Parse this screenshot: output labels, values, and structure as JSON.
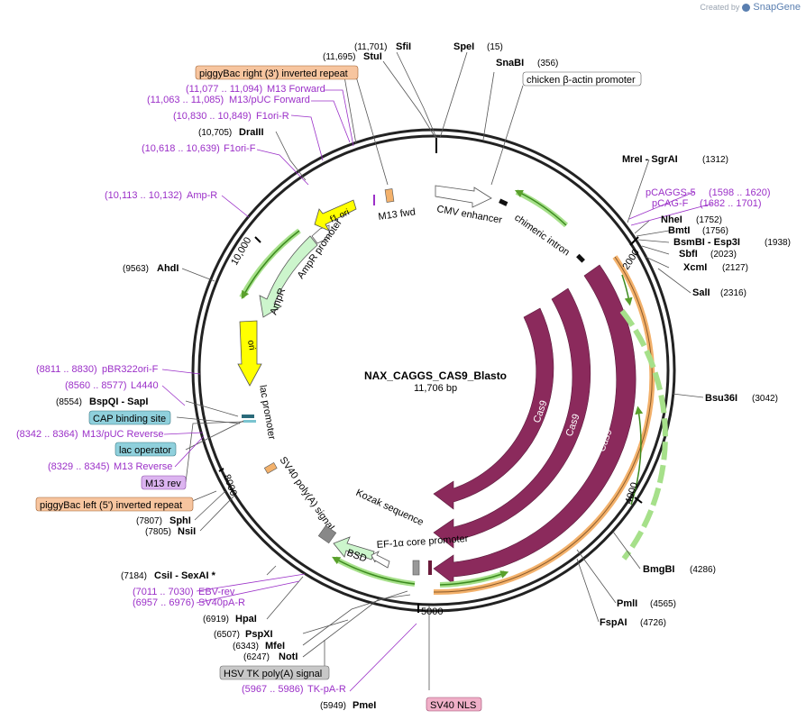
{
  "watermark": {
    "prefix": "Created by",
    "brand": "SnapGene"
  },
  "plasmid": {
    "name": "NAX_CAGGS_CAS9_Blasto",
    "length_label": "11,706 bp",
    "length": 11706
  },
  "ruler_ticks": [
    {
      "pos": 2000,
      "label": "2000"
    },
    {
      "pos": 4000,
      "label": "4000"
    },
    {
      "pos": 5000,
      "label": "5000"
    },
    {
      "pos": 8000,
      "label": "8000"
    },
    {
      "pos": 10000,
      "label": "10,000"
    }
  ],
  "enzymes": [
    {
      "name": "SfiI",
      "pos_label": "(11,701)",
      "pos": 11701
    },
    {
      "name": "StuI",
      "pos_label": "(11,695)",
      "pos": 11695
    },
    {
      "name": "SpeI",
      "pos_label": "(15)",
      "pos": 15
    },
    {
      "name": "SnaBI",
      "pos_label": "(356)",
      "pos": 356
    },
    {
      "name": "MreI - SgrAI",
      "pos_label": "(1312)",
      "pos": 1312
    },
    {
      "name": "NheI",
      "pos_label": "(1752)",
      "pos": 1752
    },
    {
      "name": "BmtI",
      "pos_label": "(1756)",
      "pos": 1756
    },
    {
      "name": "BsmBI - Esp3I",
      "pos_label": "(1938)",
      "pos": 1938
    },
    {
      "name": "SbfI",
      "pos_label": "(2023)",
      "pos": 2023
    },
    {
      "name": "XcmI",
      "pos_label": "(2127)",
      "pos": 2127
    },
    {
      "name": "SalI",
      "pos_label": "(2316)",
      "pos": 2316
    },
    {
      "name": "Bsu36I",
      "pos_label": "(3042)",
      "pos": 3042
    },
    {
      "name": "BmgBI",
      "pos_label": "(4286)",
      "pos": 4286
    },
    {
      "name": "PmlI",
      "pos_label": "(4565)",
      "pos": 4565
    },
    {
      "name": "FspAI",
      "pos_label": "(4726)",
      "pos": 4726
    },
    {
      "name": "PmeI",
      "pos_label": "(5949)",
      "pos": 5949
    },
    {
      "name": "NotI",
      "pos_label": "(6247)",
      "pos": 6247
    },
    {
      "name": "MfeI",
      "pos_label": "(6343)",
      "pos": 6343
    },
    {
      "name": "PspXI",
      "pos_label": "(6507)",
      "pos": 6507
    },
    {
      "name": "HpaI",
      "pos_label": "(6919)",
      "pos": 6919
    },
    {
      "name": "CsiI - SexAI *",
      "pos_label": "(7184)",
      "pos": 7184
    },
    {
      "name": "NsiI",
      "pos_label": "(7805)",
      "pos": 7805
    },
    {
      "name": "SphI",
      "pos_label": "(7807)",
      "pos": 7807
    },
    {
      "name": "BspQI - SapI",
      "pos_label": "(8554)",
      "pos": 8554
    },
    {
      "name": "AhdI",
      "pos_label": "(9563)",
      "pos": 9563
    },
    {
      "name": "DraIII",
      "pos_label": "(10,705)",
      "pos": 10705
    }
  ],
  "primers": [
    {
      "name": "M13 Forward",
      "range": "(11,077 .. 11,094)"
    },
    {
      "name": "M13/pUC Forward",
      "range": "(11,063 .. 11,085)"
    },
    {
      "name": "F1ori-R",
      "range": "(10,830 .. 10,849)"
    },
    {
      "name": "F1ori-F",
      "range": "(10,618 .. 10,639)"
    },
    {
      "name": "Amp-R",
      "range": "(10,113 .. 10,132)"
    },
    {
      "name": "pCAGGS-5",
      "range": "(1598 .. 1620)"
    },
    {
      "name": "pCAG-F",
      "range": "(1682 .. 1701)"
    },
    {
      "name": "pBR322ori-F",
      "range": "(8811 .. 8830)"
    },
    {
      "name": "L4440",
      "range": "(8560 .. 8577)"
    },
    {
      "name": "M13/pUC Reverse",
      "range": "(8342 .. 8364)"
    },
    {
      "name": "M13 Reverse",
      "range": "(8329 .. 8345)"
    },
    {
      "name": "EBV-rev",
      "range": "(7011 .. 7030)"
    },
    {
      "name": "SV40pA-R",
      "range": "(6957 .. 6976)"
    },
    {
      "name": "TK-pA-R",
      "range": "(5967 .. 5986)"
    }
  ],
  "boxed_labels": [
    {
      "text": "piggyBac right (3') inverted repeat",
      "color": "#f7c59f"
    },
    {
      "text": "chicken β-actin promoter",
      "color": "#ffffff"
    },
    {
      "text": "CAP binding site",
      "color": "#8fd0dc"
    },
    {
      "text": "lac operator",
      "color": "#8fd0dc"
    },
    {
      "text": "M13 rev",
      "color": "#dcb4f0"
    },
    {
      "text": "piggyBac left (5') inverted repeat",
      "color": "#f7c59f"
    },
    {
      "text": "HSV TK poly(A) signal",
      "color": "#c8c8c8"
    },
    {
      "text": "SV40 NLS",
      "color": "#f0b0c8"
    }
  ],
  "inner_labels": {
    "cmv": "CMV enhancer",
    "intron": "chimeric intron",
    "m13fwd": "M13 fwd",
    "f1ori": "f1 ori",
    "amppro": "AmpR promoter",
    "ampr": "AmpR",
    "ori": "ori",
    "lacpro": "lac promoter",
    "sv40pa": "SV40 poly(A) signal",
    "bsd": "BSD",
    "kozak": "Kozak sequence",
    "ef1a": "EF-1α core promoter",
    "cas9": "Cas9"
  },
  "colors": {
    "cas9": "#8b2a5c",
    "orf_green": "#5aa02c",
    "piggybac": "#f3b16b",
    "ori": "#ffff00",
    "ampr": "#ccf5cc",
    "primer": "#9b30c8"
  }
}
